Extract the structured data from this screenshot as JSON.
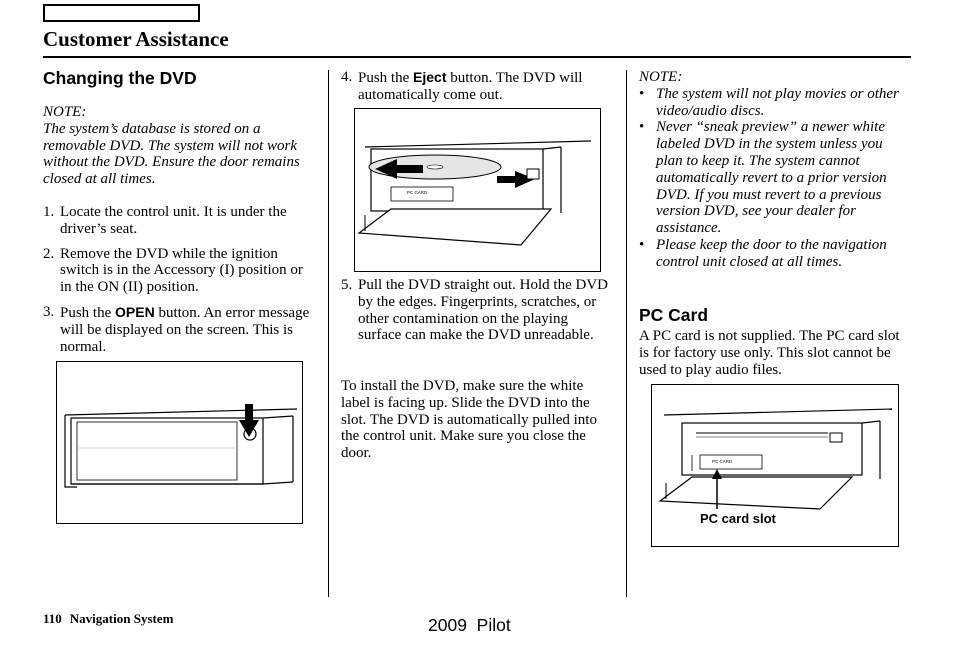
{
  "header": {
    "section_title": "Customer Assistance"
  },
  "col1": {
    "heading": "Changing the DVD",
    "note_label": "NOTE:",
    "note_text": "The system’s database is stored on a removable DVD. The system will not work without the DVD. Ensure the door remains closed at all times.",
    "step1_num": "1.",
    "step1_text": "Locate the control unit. It is under the driver’s seat.",
    "step2_num": "2.",
    "step2_text": "Remove the DVD while the ignition switch is in the Accessory (I) position or in the ON (II) position.",
    "step3_num": "3.",
    "step3_pre": "Push the ",
    "step3_key": "OPEN",
    "step3_post": " button. An error message will be displayed on the screen. This is normal."
  },
  "col2": {
    "step4_num": "4.",
    "step4_pre": "Push the ",
    "step4_key": "Eject",
    "step4_post": " button. The DVD will automatically come out.",
    "fig_label": "PC CARD",
    "step5_num": "5.",
    "step5_text": "Pull the DVD straight out. Hold the DVD by the edges. Fingerprints, scratches, or other contamination on the playing surface can make the DVD unreadable.",
    "install_text": "To install the DVD, make sure the white label is facing up. Slide the DVD into the slot. The DVD is automatically pulled into the control unit. Make sure you close the door."
  },
  "col3": {
    "note_label": "NOTE:",
    "bullet": "•",
    "notes": [
      "The system will not play movies or other video/audio discs.",
      "Never “sneak preview” a newer white labeled DVD in the system unless you plan to keep it. The system cannot automatically revert to a prior version DVD. If you must revert to a previous version DVD, see your dealer for assistance.",
      "Please keep the door to the navigation control unit closed at all times."
    ],
    "heading": "PC Card",
    "body": "A PC card is not supplied. The PC card slot is for factory use only. This slot cannot be used to play audio files.",
    "fig_slot_label": "PC CARD",
    "fig_callout": "PC card slot"
  },
  "footer": {
    "page_number": "110",
    "section": "Navigation System",
    "model": "2009  Pilot"
  }
}
